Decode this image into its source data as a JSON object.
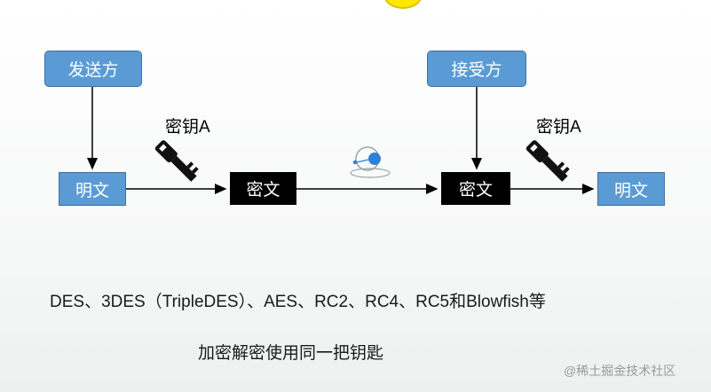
{
  "sender": {
    "label": "发送方"
  },
  "receiver": {
    "label": "接受方"
  },
  "plaintext_left": {
    "label": "明文"
  },
  "ciphertext_left": {
    "label": "密文"
  },
  "ciphertext_right": {
    "label": "密文"
  },
  "plaintext_right": {
    "label": "明文"
  },
  "key_left": {
    "label": "密钥A"
  },
  "key_right": {
    "label": "密钥A"
  },
  "algorithms_text": "DES、3DES（TripleDES）、AES、RC2、RC4、RC5和Blowfish等",
  "note_text": "加密解密使用同一把钥匙",
  "watermark": "@稀土掘金技术社区",
  "colors": {
    "box_blue": "#5b9bd5",
    "box_black": "#000000",
    "accent": "#2d7fd8"
  }
}
